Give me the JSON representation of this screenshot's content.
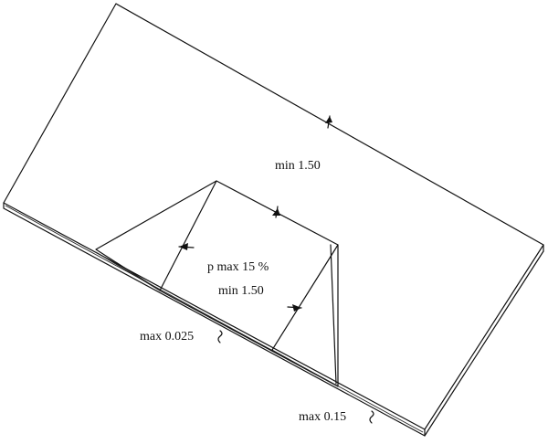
{
  "diagram": {
    "labels": {
      "platform_width": "min 1.50",
      "ramp_slope": "p max 15 %",
      "ramp_width": "min 1.50",
      "edge_max_small": "max 0.025",
      "edge_max_large": "max 0.15"
    }
  }
}
